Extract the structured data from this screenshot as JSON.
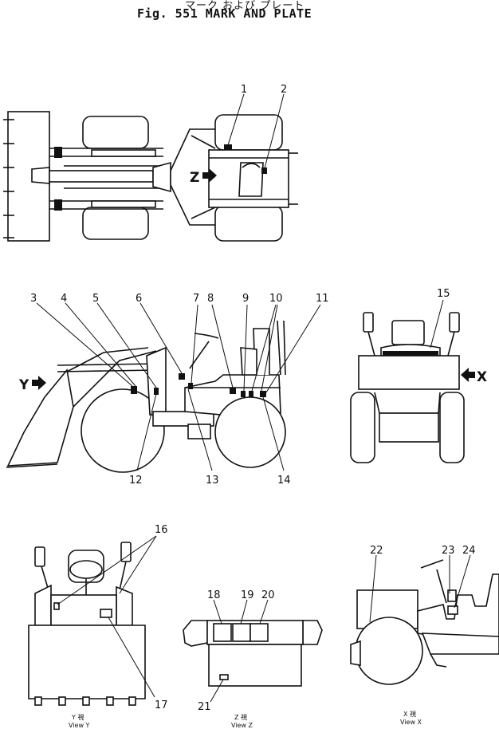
{
  "header": {
    "title_jp": "マーク および プレート",
    "title_en": "Fig. 551 MARK AND PLATE"
  },
  "callouts": [
    "1",
    "2",
    "3",
    "4",
    "5",
    "6",
    "7",
    "8",
    "9",
    "10",
    "11",
    "12",
    "13",
    "14",
    "15",
    "16",
    "17",
    "18",
    "19",
    "20",
    "21",
    "22",
    "23",
    "24"
  ],
  "view_markers": {
    "z": "Z",
    "y": "Y",
    "x": "X"
  },
  "views": {
    "y": {
      "jp": "Y 視",
      "en": "View Y"
    },
    "z": {
      "jp": "Z 視",
      "en": "View Z"
    },
    "x": {
      "jp": "X 視",
      "en": "View X"
    }
  }
}
